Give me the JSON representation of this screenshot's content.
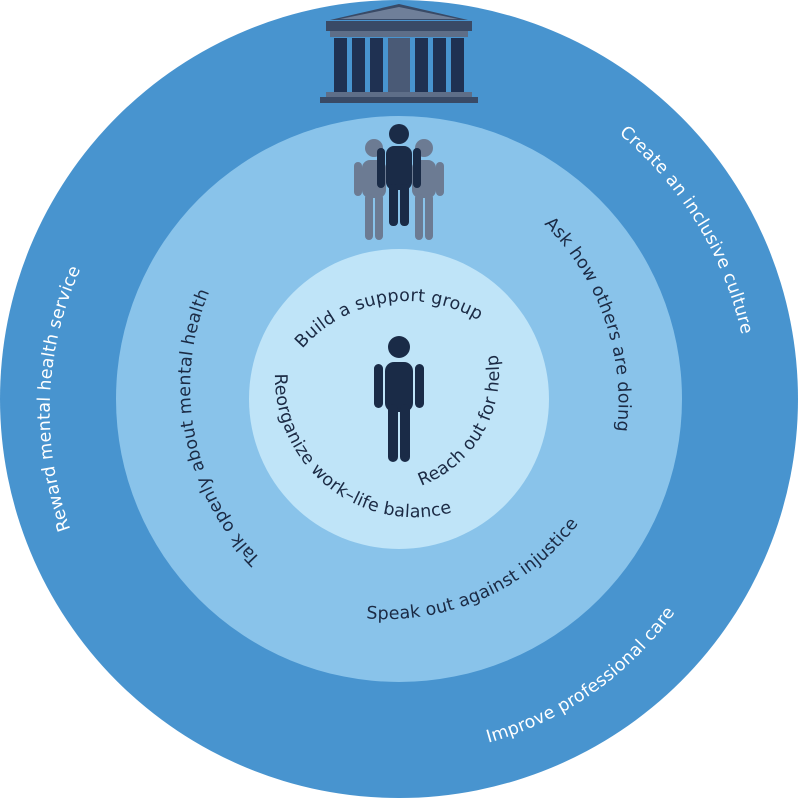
{
  "rings": {
    "outer": {
      "color": "#4894cf",
      "labels": {
        "culture": "Create an inclusive culture",
        "reward": "Reward mental health service",
        "care": "Improve professional care"
      }
    },
    "middle": {
      "color": "#89c3ea",
      "labels": {
        "ask": "Ask how others are doing",
        "talk": "Talk openly about mental health",
        "speak": "Speak out against injustice"
      }
    },
    "center": {
      "color": "#bfe4f8",
      "labels": {
        "support": "Build a support group",
        "reorganize": "Reorganize work–life balance",
        "reach": "Reach out for help"
      }
    }
  },
  "icons": {
    "institution": "institution-building-icon",
    "group": "people-group-icon",
    "individual": "person-icon"
  },
  "colors": {
    "person_dark": "#1a2b47",
    "person_gray": "#6c7b93",
    "building": "#1f3152"
  }
}
